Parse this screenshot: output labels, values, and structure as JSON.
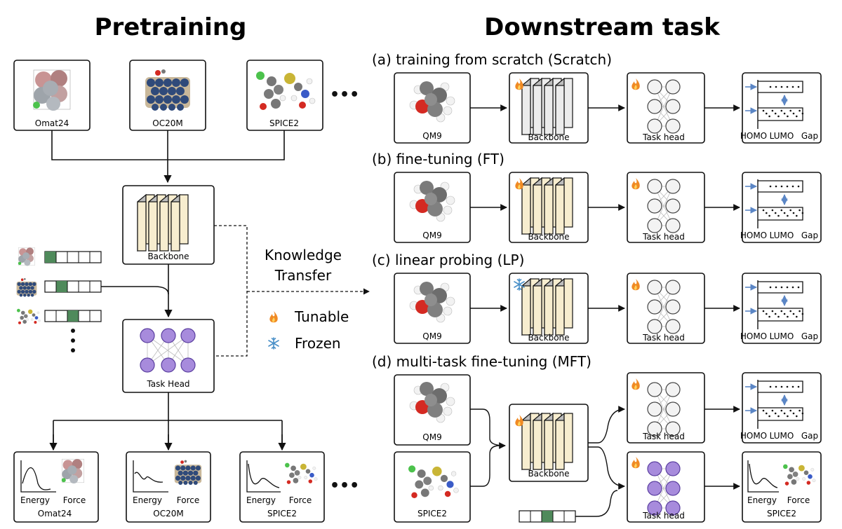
{
  "pretraining": {
    "title": "Pretraining",
    "datasets": [
      "Omat24",
      "OC20M",
      "SPICE2"
    ],
    "ellipsis": "•••",
    "backbone_label": "Backbone",
    "task_head_label": "Task Head",
    "outputs": [
      {
        "energy": "Energy",
        "force": "Force",
        "dataset": "Omat24"
      },
      {
        "energy": "Energy",
        "force": "Force",
        "dataset": "OC20M"
      },
      {
        "energy": "Energy",
        "force": "Force",
        "dataset": "SPICE2"
      }
    ]
  },
  "middle": {
    "knowledge": "Knowledge",
    "transfer": "Transfer",
    "legend_tunable": "Tunable",
    "legend_frozen": "Frozen"
  },
  "downstream": {
    "title": "Downstream task",
    "rows": [
      {
        "heading": "(a) training from scratch (Scratch)",
        "input": "QM9",
        "backbone": "Backbone",
        "head": "Task head",
        "backbone_state": "tunable",
        "backbone_color": "#ececec"
      },
      {
        "heading": "(b) fine-tuning (FT)",
        "input": "QM9",
        "backbone": "Backbone",
        "head": "Task head",
        "backbone_state": "tunable",
        "backbone_color": "#f7edcf"
      },
      {
        "heading": "(c) linear probing (LP)",
        "input": "QM9",
        "backbone": "Backbone",
        "head": "Task head",
        "backbone_state": "frozen",
        "backbone_color": "#f7edcf"
      }
    ],
    "orbital": {
      "homo": "HOMO",
      "lumo": "LUMO",
      "gap": "Gap"
    },
    "mft": {
      "heading": "(d) multi-task fine-tuning (MFT)",
      "input_top": "QM9",
      "input_bottom": "SPICE2",
      "backbone": "Backbone",
      "head_top": "Task head",
      "head_bottom": "Task head",
      "energy": "Energy",
      "force": "Force",
      "dataset": "SPICE2"
    }
  },
  "colors": {
    "cream": "#f7edcf",
    "gray_panel": "#ececec",
    "node_purple": "#a78bdc",
    "node_purple_stroke": "#5b3fa0",
    "one_hot_green": "#4f8a5b",
    "arrow_blue": "#5b86c5",
    "frozen_blue": "#4a90c8",
    "flame": "#f08a24"
  }
}
